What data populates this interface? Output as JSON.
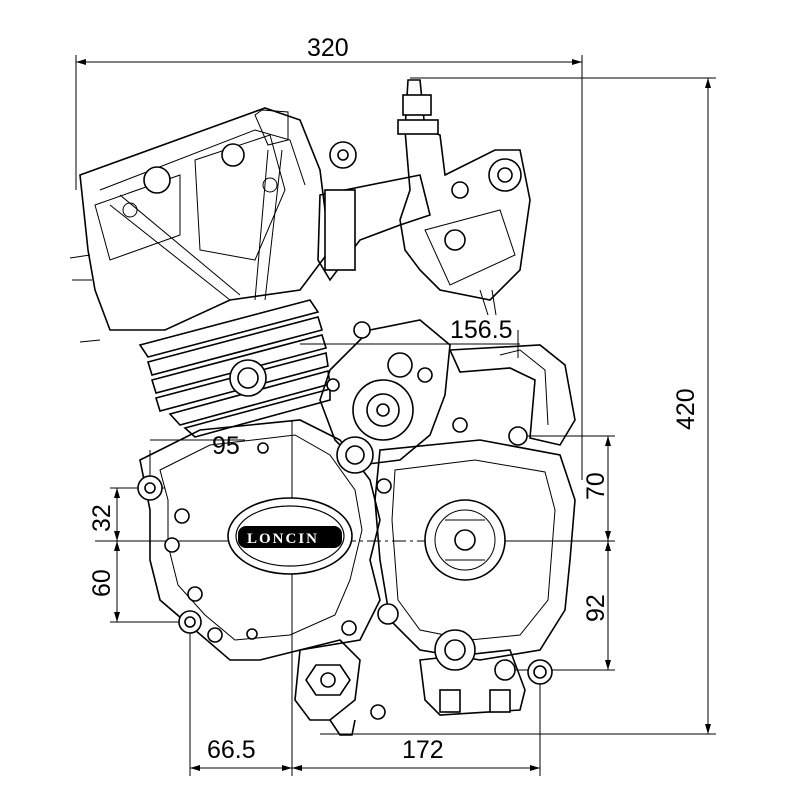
{
  "brand": {
    "logo_text": "LONCIN"
  },
  "dimensions": {
    "overall_width": "320",
    "overall_height": "420",
    "d_156_5": "156.5",
    "d_95": "95",
    "d_32": "32",
    "d_60": "60",
    "d_70": "70",
    "d_92": "92",
    "d_66_5": "66.5",
    "d_172": "172"
  }
}
